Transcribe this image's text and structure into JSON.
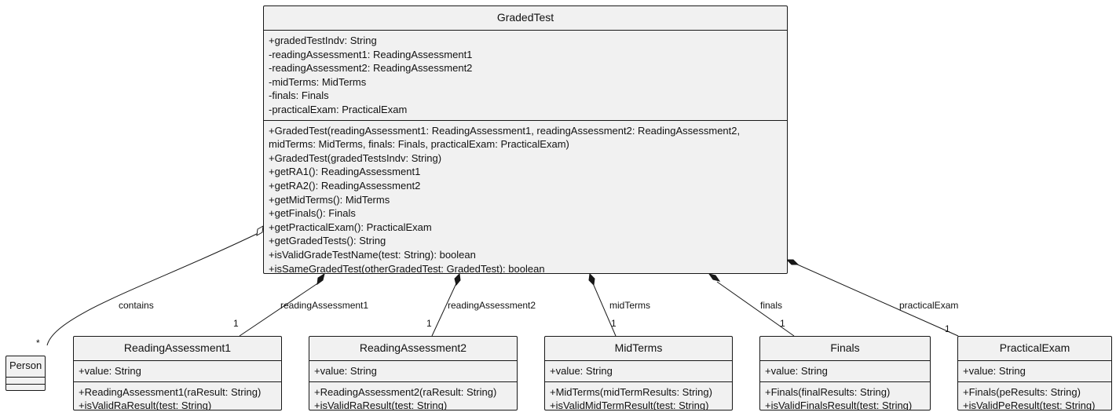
{
  "classes": {
    "graded_test": {
      "name": "GradedTest",
      "attributes": [
        "+gradedTestIndv: String",
        "-readingAssessment1: ReadingAssessment1",
        "-readingAssessment2: ReadingAssessment2",
        "-midTerms: MidTerms",
        "-finals: Finals",
        "-practicalExam: PracticalExam"
      ],
      "operations": [
        "+GradedTest(readingAssessment1: ReadingAssessment1, readingAssessment2: ReadingAssessment2, midTerms: MidTerms, finals: Finals, practicalExam: PracticalExam)",
        "+GradedTest(gradedTestsIndv: String)",
        "+getRA1(): ReadingAssessment1",
        "+getRA2(): ReadingAssessment2",
        "+getMidTerms(): MidTerms",
        "+getFinals(): Finals",
        "+getPracticalExam(): PracticalExam",
        "+getGradedTests(): String",
        "+isValidGradeTestName(test: String): boolean",
        "+isSameGradedTest(otherGradedTest: GradedTest): boolean"
      ]
    },
    "person": {
      "name": "Person",
      "attributes": [],
      "operations": []
    },
    "reading_assessment_1": {
      "name": "ReadingAssessment1",
      "attributes": [
        "+value: String"
      ],
      "operations": [
        "+ReadingAssessment1(raResult: String)",
        "+isValidRaResult(test: String)"
      ]
    },
    "reading_assessment_2": {
      "name": "ReadingAssessment2",
      "attributes": [
        "+value: String"
      ],
      "operations": [
        "+ReadingAssessment2(raResult: String)",
        "+isValidRaResult(test: String)"
      ]
    },
    "mid_terms": {
      "name": "MidTerms",
      "attributes": [
        "+value: String"
      ],
      "operations": [
        "+MidTerms(midTermResults: String)",
        "+isValidMidTermResult(test: String)"
      ]
    },
    "finals": {
      "name": "Finals",
      "attributes": [
        "+value: String"
      ],
      "operations": [
        "+Finals(finalResults: String)",
        "+isValidFinalsResult(test: String)"
      ]
    },
    "practical_exam": {
      "name": "PracticalExam",
      "attributes": [
        "+value: String"
      ],
      "operations": [
        "+Finals(peResults: String)",
        "+isValidPeResult(test: String)"
      ]
    }
  },
  "relations": {
    "person": {
      "label": "contains",
      "multiplicity": "*",
      "kind": "aggregation"
    },
    "ra1": {
      "label": "readingAssessment1",
      "multiplicity": "1",
      "kind": "composition"
    },
    "ra2": {
      "label": "readingAssessment2",
      "multiplicity": "1",
      "kind": "composition"
    },
    "midterms": {
      "label": "midTerms",
      "multiplicity": "1",
      "kind": "composition"
    },
    "finals": {
      "label": "finals",
      "multiplicity": "1",
      "kind": "composition"
    },
    "practical": {
      "label": "practicalExam",
      "multiplicity": "1",
      "kind": "composition"
    }
  },
  "colors": {
    "class_fill": "#f1f1f1",
    "line": "#181818"
  }
}
